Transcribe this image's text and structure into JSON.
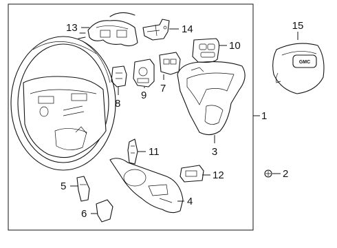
{
  "diagram": {
    "callouts": {
      "c1": "1",
      "c2": "2",
      "c3": "3",
      "c4": "4",
      "c5": "5",
      "c6": "6",
      "c7": "7",
      "c8": "8",
      "c9": "9",
      "c10": "10",
      "c11": "11",
      "c12": "12",
      "c13": "13",
      "c14": "14",
      "c15": "15"
    },
    "emblem_text": "GMC"
  }
}
